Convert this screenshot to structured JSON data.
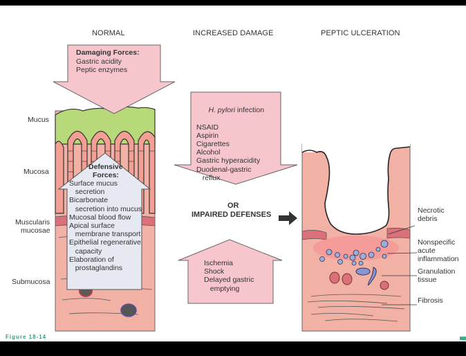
{
  "headers": {
    "normal": "NORMAL",
    "increased_damage": "INCREASED DAMAGE",
    "peptic_ulceration": "PEPTIC ULCERATION"
  },
  "damaging_forces": {
    "title": "Damaging Forces:",
    "items": [
      "Gastric acidity",
      "Peptic enzymes"
    ]
  },
  "layer_labels": {
    "mucus": "Mucus",
    "mucosa": "Mucosa",
    "muscularis_line1": "Muscularis",
    "muscularis_line2": "mucosae",
    "submucosa": "Submucosa"
  },
  "defensive_forces": {
    "title_line1": "Defensive",
    "title_line2": "Forces:",
    "items": [
      "Surface mucus",
      "   secretion",
      "Bicarbonate",
      "   secretion into mucus",
      "Mucosal blood flow",
      "Apical surface",
      "   membrane transport",
      "Epithelial regenerative",
      "   capacity",
      "Elaboration of",
      "   prostaglandins"
    ]
  },
  "increased_damage_factors": {
    "italic_prefix": "H. pylori",
    "first_suffix": " infection",
    "items": [
      "NSAID",
      "Aspirin",
      "Cigarettes",
      "Alcohol",
      "Gastric hyperacidity",
      "Duodenal-gastric",
      "   reflux"
    ]
  },
  "or_label": "OR",
  "impaired_defenses_label": "IMPAIRED DEFENSES",
  "impaired_defense_factors": {
    "items": [
      "Ischemia",
      "Shock",
      "Delayed gastric",
      "   emptying"
    ]
  },
  "ulcer_labels": {
    "necrotic_line1": "Necrotic",
    "necrotic_line2": "debris",
    "inflammation_line1": "Nonspecific",
    "inflammation_line2": "acute",
    "inflammation_line3": "inflammation",
    "granulation_line1": "Granulation",
    "granulation_line2": "tissue",
    "fibrosis": "Fibrosis"
  },
  "caption": "Figure 18-14",
  "colors": {
    "pink_arrow": "#f6c6cc",
    "mucus_green": "#b5d97a",
    "tissue_pink": "#f2b0a4",
    "defense_arrow": "#e6e8f2",
    "muscle_red": "#d9707a",
    "cell_blue": "#9aaed8"
  }
}
